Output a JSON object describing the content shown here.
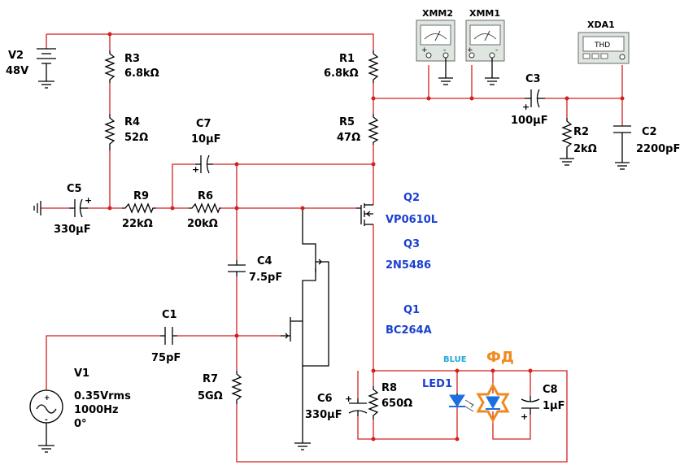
{
  "components": {
    "V2": {
      "ref": "V2",
      "value": "48V"
    },
    "R3": {
      "ref": "R3",
      "value": "6.8kΩ"
    },
    "R4": {
      "ref": "R4",
      "value": "52Ω"
    },
    "R1": {
      "ref": "R1",
      "value": "6.8kΩ"
    },
    "R5": {
      "ref": "R5",
      "value": "47Ω"
    },
    "C7": {
      "ref": "C7",
      "value": "10µF"
    },
    "C5": {
      "ref": "C5",
      "value": "330µF"
    },
    "R9": {
      "ref": "R9",
      "value": "22kΩ"
    },
    "R6": {
      "ref": "R6",
      "value": "20kΩ"
    },
    "C4": {
      "ref": "C4",
      "value": "7.5pF"
    },
    "C1": {
      "ref": "C1",
      "value": "75pF"
    },
    "V1": {
      "ref": "V1",
      "line1": "0.35Vrms",
      "line2": "1000Hz",
      "line3": "0°"
    },
    "R7": {
      "ref": "R7",
      "value": "5GΩ"
    },
    "C6": {
      "ref": "C6",
      "value": "330µF"
    },
    "R8": {
      "ref": "R8",
      "value": "650Ω"
    },
    "LED1": {
      "ref": "LED1",
      "color_label": "BLUE"
    },
    "PD": {
      "ref": "ФД"
    },
    "C8": {
      "ref": "C8",
      "value": "1µF"
    },
    "Q2": {
      "ref": "Q2",
      "value": "VP0610L"
    },
    "Q3": {
      "ref": "Q3",
      "value": "2N5486"
    },
    "Q1": {
      "ref": "Q1",
      "value": "BC264A"
    },
    "C3": {
      "ref": "C3",
      "value": "100µF"
    },
    "R2": {
      "ref": "R2",
      "value": "2kΩ"
    },
    "C2": {
      "ref": "C2",
      "value": "2200pF"
    }
  },
  "instruments": {
    "XMM2": {
      "ref": "XMM2"
    },
    "XMM1": {
      "ref": "XMM1"
    },
    "XDA1": {
      "ref": "XDA1",
      "display": "THD"
    }
  },
  "colors": {
    "wire": "#d22020",
    "component": "#000000",
    "label_blue": "#1a3fd1",
    "led_label": "#23a7d8",
    "photodiode": "#f08a1f",
    "led_body": "#1d6fe0"
  }
}
